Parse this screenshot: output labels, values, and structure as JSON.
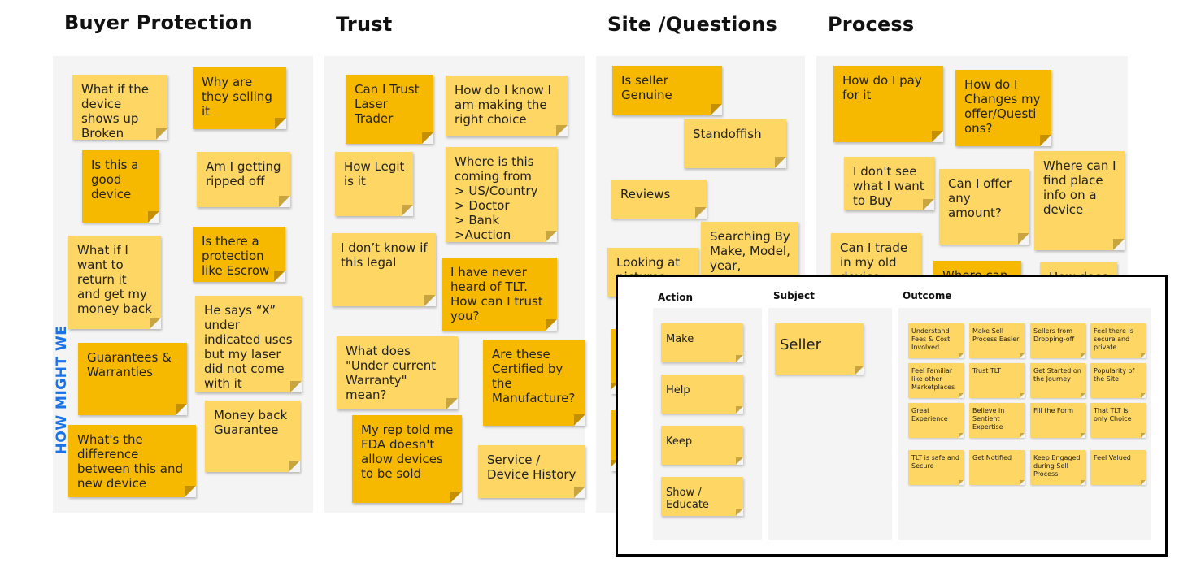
{
  "columns": {
    "buyer_protection": {
      "heading": "Buyer Protection",
      "notes": [
        "What if the device shows up Broken",
        "Why are they selling it",
        "Is this a good device",
        "Am I getting ripped off",
        "What  if I want to return it and get my money back",
        "Is there a protection like Escrow",
        "He says “X” under indicated uses but my laser did not come with it",
        "Guarantees & Warranties",
        "What's the difference between this and new device",
        "Money back Guarantee"
      ]
    },
    "trust": {
      "heading": "Trust",
      "notes": [
        "Can I Trust Laser Trader",
        "How do I know I am making the right choice",
        "How Legit is it",
        "Where is this coming from\n> US/Country\n> Doctor\n> Bank\n>Auction",
        "I don’t know if this legal",
        "I have never heard of TLT. How can I trust you?",
        "What does \"Under current Warranty\" mean?",
        "Are these Certified by the Manufacture?",
        "My rep told me FDA doesn't allow devices to be sold",
        "Service / Device History"
      ]
    },
    "site_questions": {
      "heading": "Site /Questions",
      "notes": [
        "Is seller Genuine",
        "Standoffish",
        "Reviews",
        "Searching By Make, Model, year,",
        "Looking at pictures"
      ]
    },
    "process": {
      "heading": "Process",
      "notes": [
        "How do I pay for it",
        "How do I Changes my offer/Questi ons?",
        "I don't see what I want to Buy",
        "Can I offer any amount?",
        "Where can I find place info on a device",
        "Can I trade in my old device",
        "Where can I",
        "How does"
      ]
    }
  },
  "hmw": {
    "label": "HOW MIGHT WE",
    "action_header": "Action",
    "subject_header": "Subject",
    "outcome_header": "Outcome",
    "actions": [
      "Make",
      "Help",
      "Keep",
      "Show / Educate"
    ],
    "subject": "Seller",
    "outcomes": [
      "Understand Fees & Cost Involved",
      "Make Sell Process Easier",
      "Sellers from Dropping-off",
      "Feel there is secure and private",
      "Feel Familiar like other Marketplaces",
      "Trust TLT",
      "Get Started on the Journey",
      "Popularity of the Site",
      "Great Experience",
      "Believe in Sentient Expertise",
      "Fill the Form",
      "That TLT is only Choice",
      "TLT is safe and Secure",
      "Get Notified",
      "Keep Engaged during Sell Process",
      "Feel Valued"
    ]
  },
  "colors": {
    "note_light": "#fdd663",
    "note_dark": "#f7b900",
    "panel": "#f4f4f4",
    "hmw_label": "#1a73e8"
  }
}
